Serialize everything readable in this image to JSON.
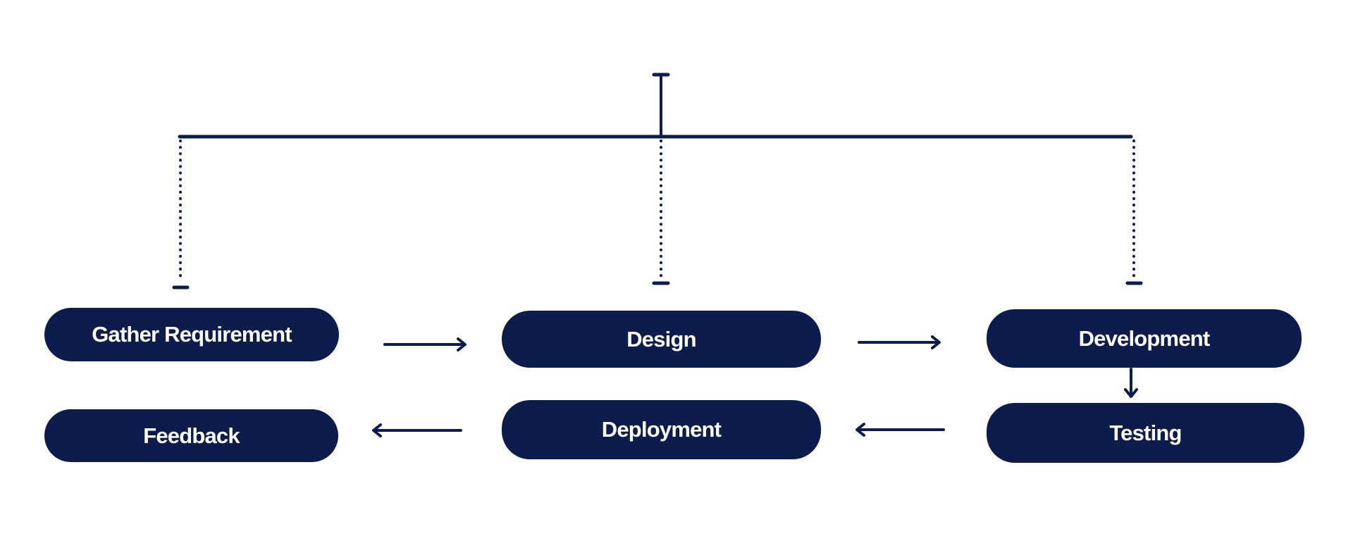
{
  "diagram": {
    "stages": {
      "gather": "Gather Requirement",
      "design": "Design",
      "development": "Development",
      "testing": "Testing",
      "deployment": "Deployment",
      "feedback": "Feedback"
    },
    "flow": [
      [
        "gather",
        "design"
      ],
      [
        "design",
        "development"
      ],
      [
        "development",
        "testing"
      ],
      [
        "testing",
        "deployment"
      ],
      [
        "deployment",
        "feedback"
      ]
    ],
    "colors": {
      "node": "#0b1c4d",
      "text": "#ffffff",
      "line": "#0b1c4d"
    }
  }
}
